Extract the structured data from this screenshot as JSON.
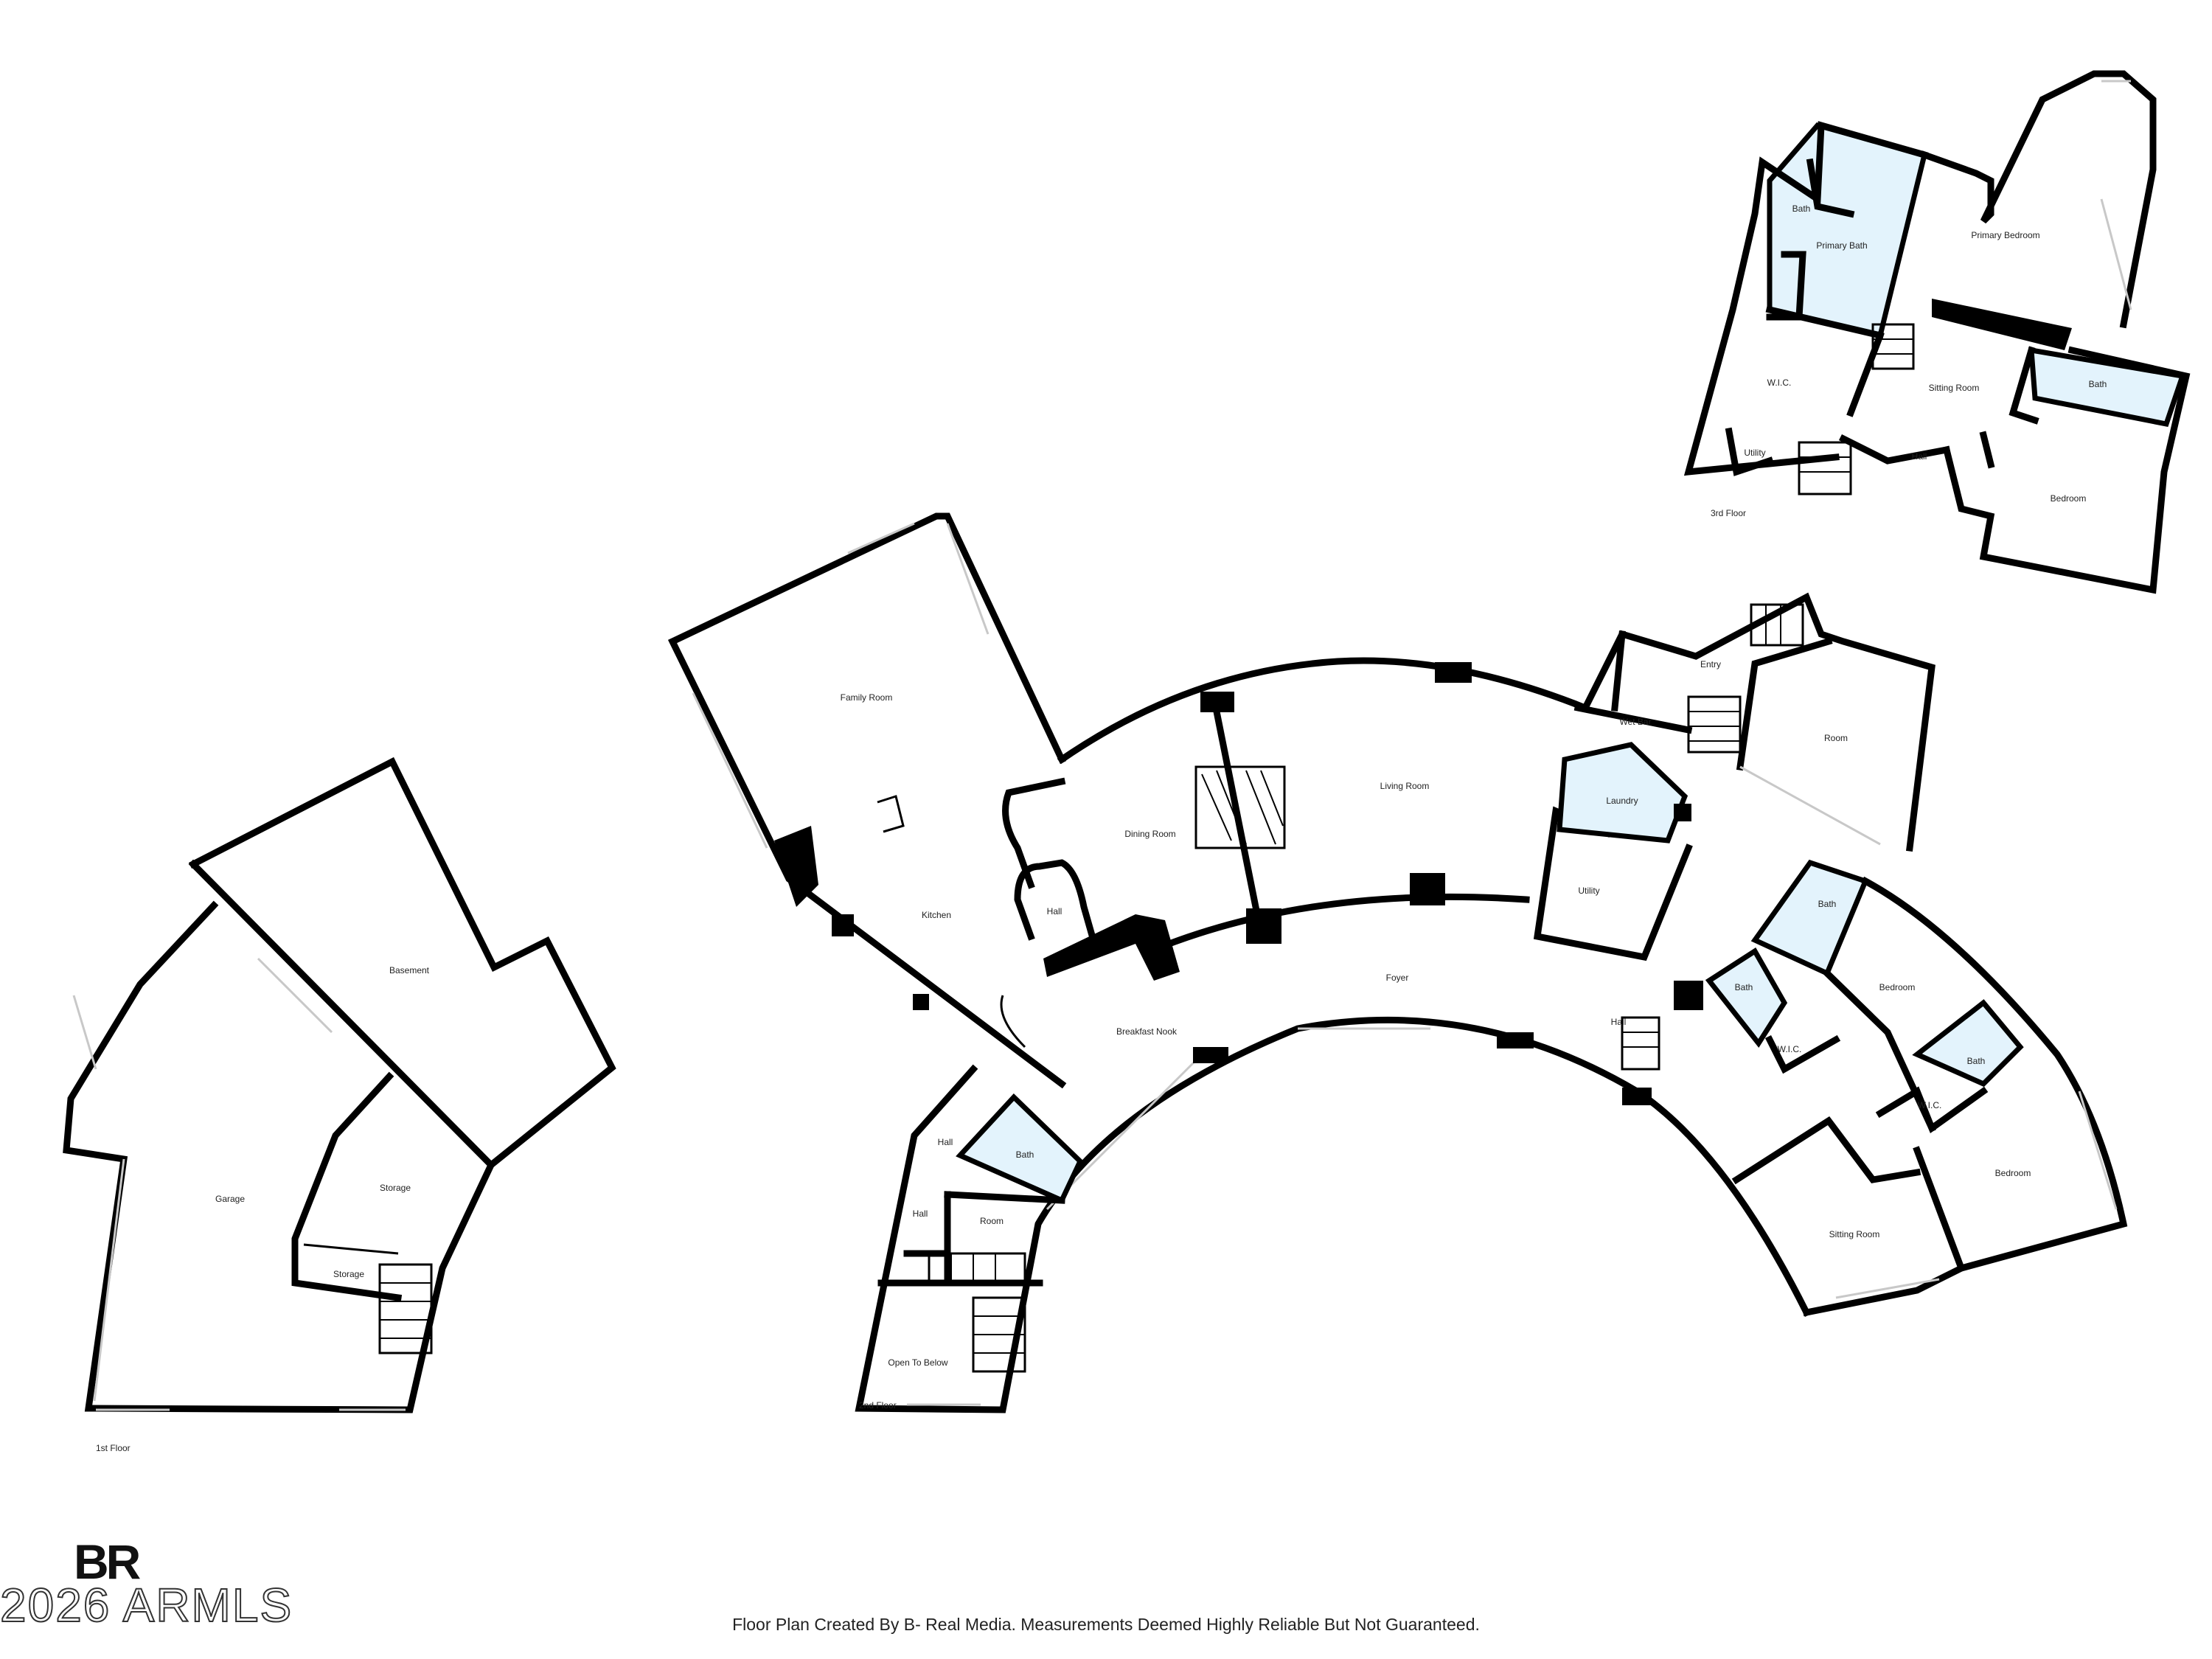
{
  "floors": {
    "first": {
      "label": "1st Floor",
      "rooms": {
        "basement": "Basement",
        "garage": "Garage",
        "storage_a": "Storage",
        "storage_b": "Storage"
      }
    },
    "second": {
      "label": "2nd Floor",
      "rooms": {
        "family_room": "Family Room",
        "kitchen": "Kitchen",
        "dining_room": "Dining Room",
        "hall_a": "Hall",
        "living_room": "Living Room",
        "foyer": "Foyer",
        "breakfast_nook": "Breakfast Nook",
        "wet_bar": "Wet Bar",
        "laundry": "Laundry",
        "utility": "Utility",
        "entry": "Entry",
        "room_a": "Room",
        "hall_b": "Hall",
        "bath_a": "Bath",
        "bath_b": "Bath",
        "wic_a": "W.I.C.",
        "bedroom_a": "Bedroom",
        "bath_c": "Bath",
        "wic_b": "W.I.C.",
        "bedroom_b": "Bedroom",
        "sitting_room": "Sitting Room",
        "hall_c": "Hall",
        "bath_d": "Bath",
        "hall_d": "Hall",
        "room_b": "Room",
        "open_to_below": "Open To Below"
      }
    },
    "third": {
      "label": "3rd Floor",
      "rooms": {
        "bath_small": "Bath",
        "primary_bath": "Primary Bath",
        "primary_bedroom": "Primary Bedroom",
        "wic": "W.I.C.",
        "sitting_room": "Sitting Room",
        "bath": "Bath",
        "utility": "Utility",
        "hall": "Hall",
        "bedroom": "Bedroom"
      }
    }
  },
  "footer": {
    "disclaimer": "Floor Plan Created By B- Real Media. Measurements Deemed Highly Reliable But Not Guaranteed.",
    "logo_text": "BR",
    "copyright": "2026 ARMLS"
  },
  "colors": {
    "wall": "#000000",
    "bath_fill": "#e3f3fc",
    "window": "#c8c8c8"
  }
}
